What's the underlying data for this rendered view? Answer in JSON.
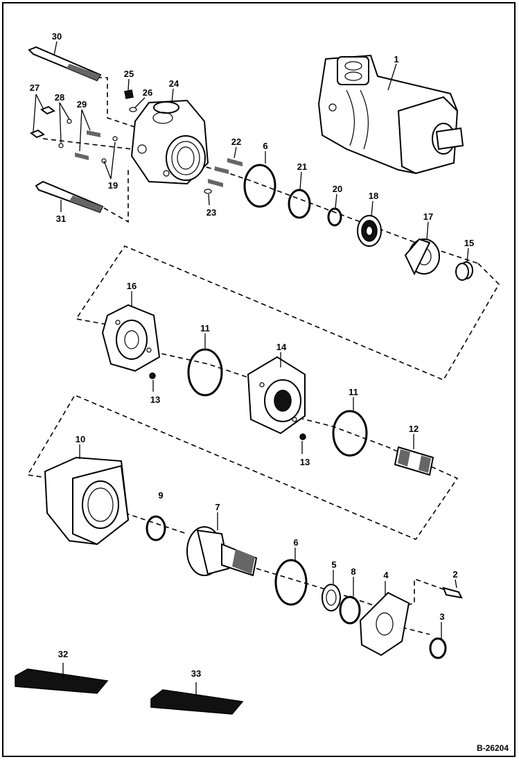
{
  "figure_id": "B-26204",
  "callouts": [
    "1",
    "2",
    "3",
    "4",
    "5",
    "6",
    "7",
    "8",
    "9",
    "10",
    "11",
    "12",
    "13",
    "14",
    "15",
    "16",
    "17",
    "18",
    "19",
    "20",
    "21",
    "22",
    "23",
    "24",
    "25",
    "26",
    "27",
    "28",
    "29",
    "30",
    "31",
    "32",
    "33"
  ]
}
